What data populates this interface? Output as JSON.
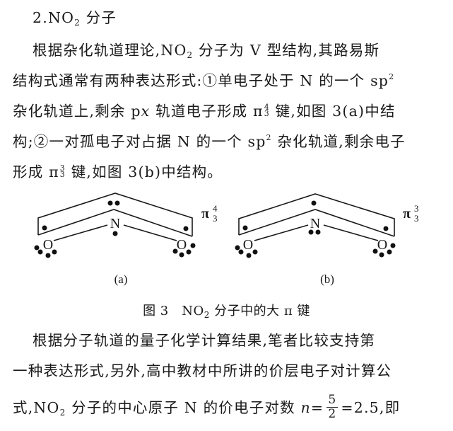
{
  "section": {
    "number": "2.",
    "title_prefix": "NO",
    "title_sub": "2",
    "title_suffix": " 分子"
  },
  "paragraph1": {
    "l1a": "根据杂化轨道理论,NO",
    "l1sub": "2",
    "l1b": " 分子为 V 型结构,其路易斯",
    "l2a": "结构式通常有两种表达形式:①单电子处于 N 的一个 sp",
    "l2sup": "2",
    "l3a": "杂化轨道上,剩余 p",
    "l3it": "x",
    "l3b": " 轨道电子形成 π",
    "l3pi_sup": "4",
    "l3pi_sub": "3",
    "l3c": " 键,如图 3(a)中结",
    "l4a": "构;②一对孤电子对占据 N 的一个 sp",
    "l4sup": "2",
    "l4b": " 杂化轨道,剩余电子",
    "l5a": "形成 π",
    "l5pi_sup": "3",
    "l5pi_sub": "3",
    "l5b": " 键,如图 3(b)中结构。"
  },
  "figure": {
    "a": {
      "label": "(a)",
      "pi_sup": "4",
      "pi_sub": "3",
      "atom_center": "N",
      "atom_left": "O",
      "atom_right": "O"
    },
    "b": {
      "label": "(b)",
      "pi_sup": "3",
      "pi_sub": "3",
      "atom_center": "N",
      "atom_left": "O",
      "atom_right": "O"
    },
    "pi_symbol": "π",
    "caption_a": "图 3　NO",
    "caption_sub": "2",
    "caption_b": " 分子中的大 π 键"
  },
  "paragraph2": {
    "l1": "根据分子轨道的量子化学计算结果,笔者比较支持第",
    "l2": "一种表达形式,另外,高中教材中所讲的价层电子对计算公",
    "l3a": "式,NO",
    "l3sub": "2",
    "l3b": " 分子的中心原子 N 的价电子对数 ",
    "l3var": "n",
    "l3eq": "=",
    "frac_num": "5",
    "frac_den": "2",
    "l3c": "=2.5,即"
  }
}
